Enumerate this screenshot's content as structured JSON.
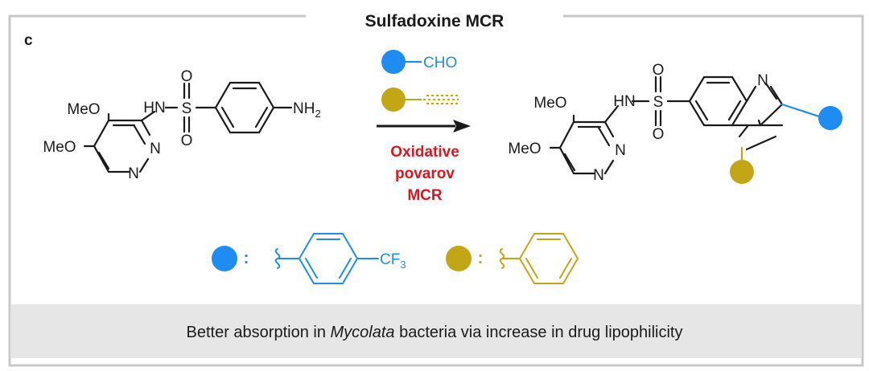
{
  "header": {
    "title": "Sulfadoxine MCR"
  },
  "panel": {
    "label": "c"
  },
  "reactant": {
    "meo_top": "MeO",
    "meo_bottom": "MeO",
    "hn": "HN",
    "s": "S",
    "o_top": "O",
    "o_bottom": "O",
    "n_right": "N",
    "n_bottom": "N",
    "nh2_main": "NH",
    "nh2_sub": "2"
  },
  "reagents": {
    "aldehyde_label": "CHO"
  },
  "arrow_label": {
    "line1": "Oxidative",
    "line2": "povarov",
    "line3": "MCR"
  },
  "product": {
    "meo_top": "MeO",
    "meo_bottom": "MeO",
    "hn": "HN",
    "s": "S",
    "o_top": "O",
    "o_bottom": "O",
    "n_quinoline": "N",
    "n_right": "N",
    "n_bottom": "N"
  },
  "legend": {
    "colon_blue": ":",
    "colon_gold": ":",
    "cf3_main": "CF",
    "cf3_sub": "3"
  },
  "footer": {
    "text_before": "Better absorption in ",
    "text_italic": "Mycolata",
    "text_after": " bacteria via increase in drug lipophilicity"
  },
  "colors": {
    "blue": "#1e8cf0",
    "gold": "#c3a616",
    "red": "#e0141e",
    "border": "#c8c8c8",
    "footer_bg": "#e6e6e6",
    "ink": "#1a1a1a"
  }
}
